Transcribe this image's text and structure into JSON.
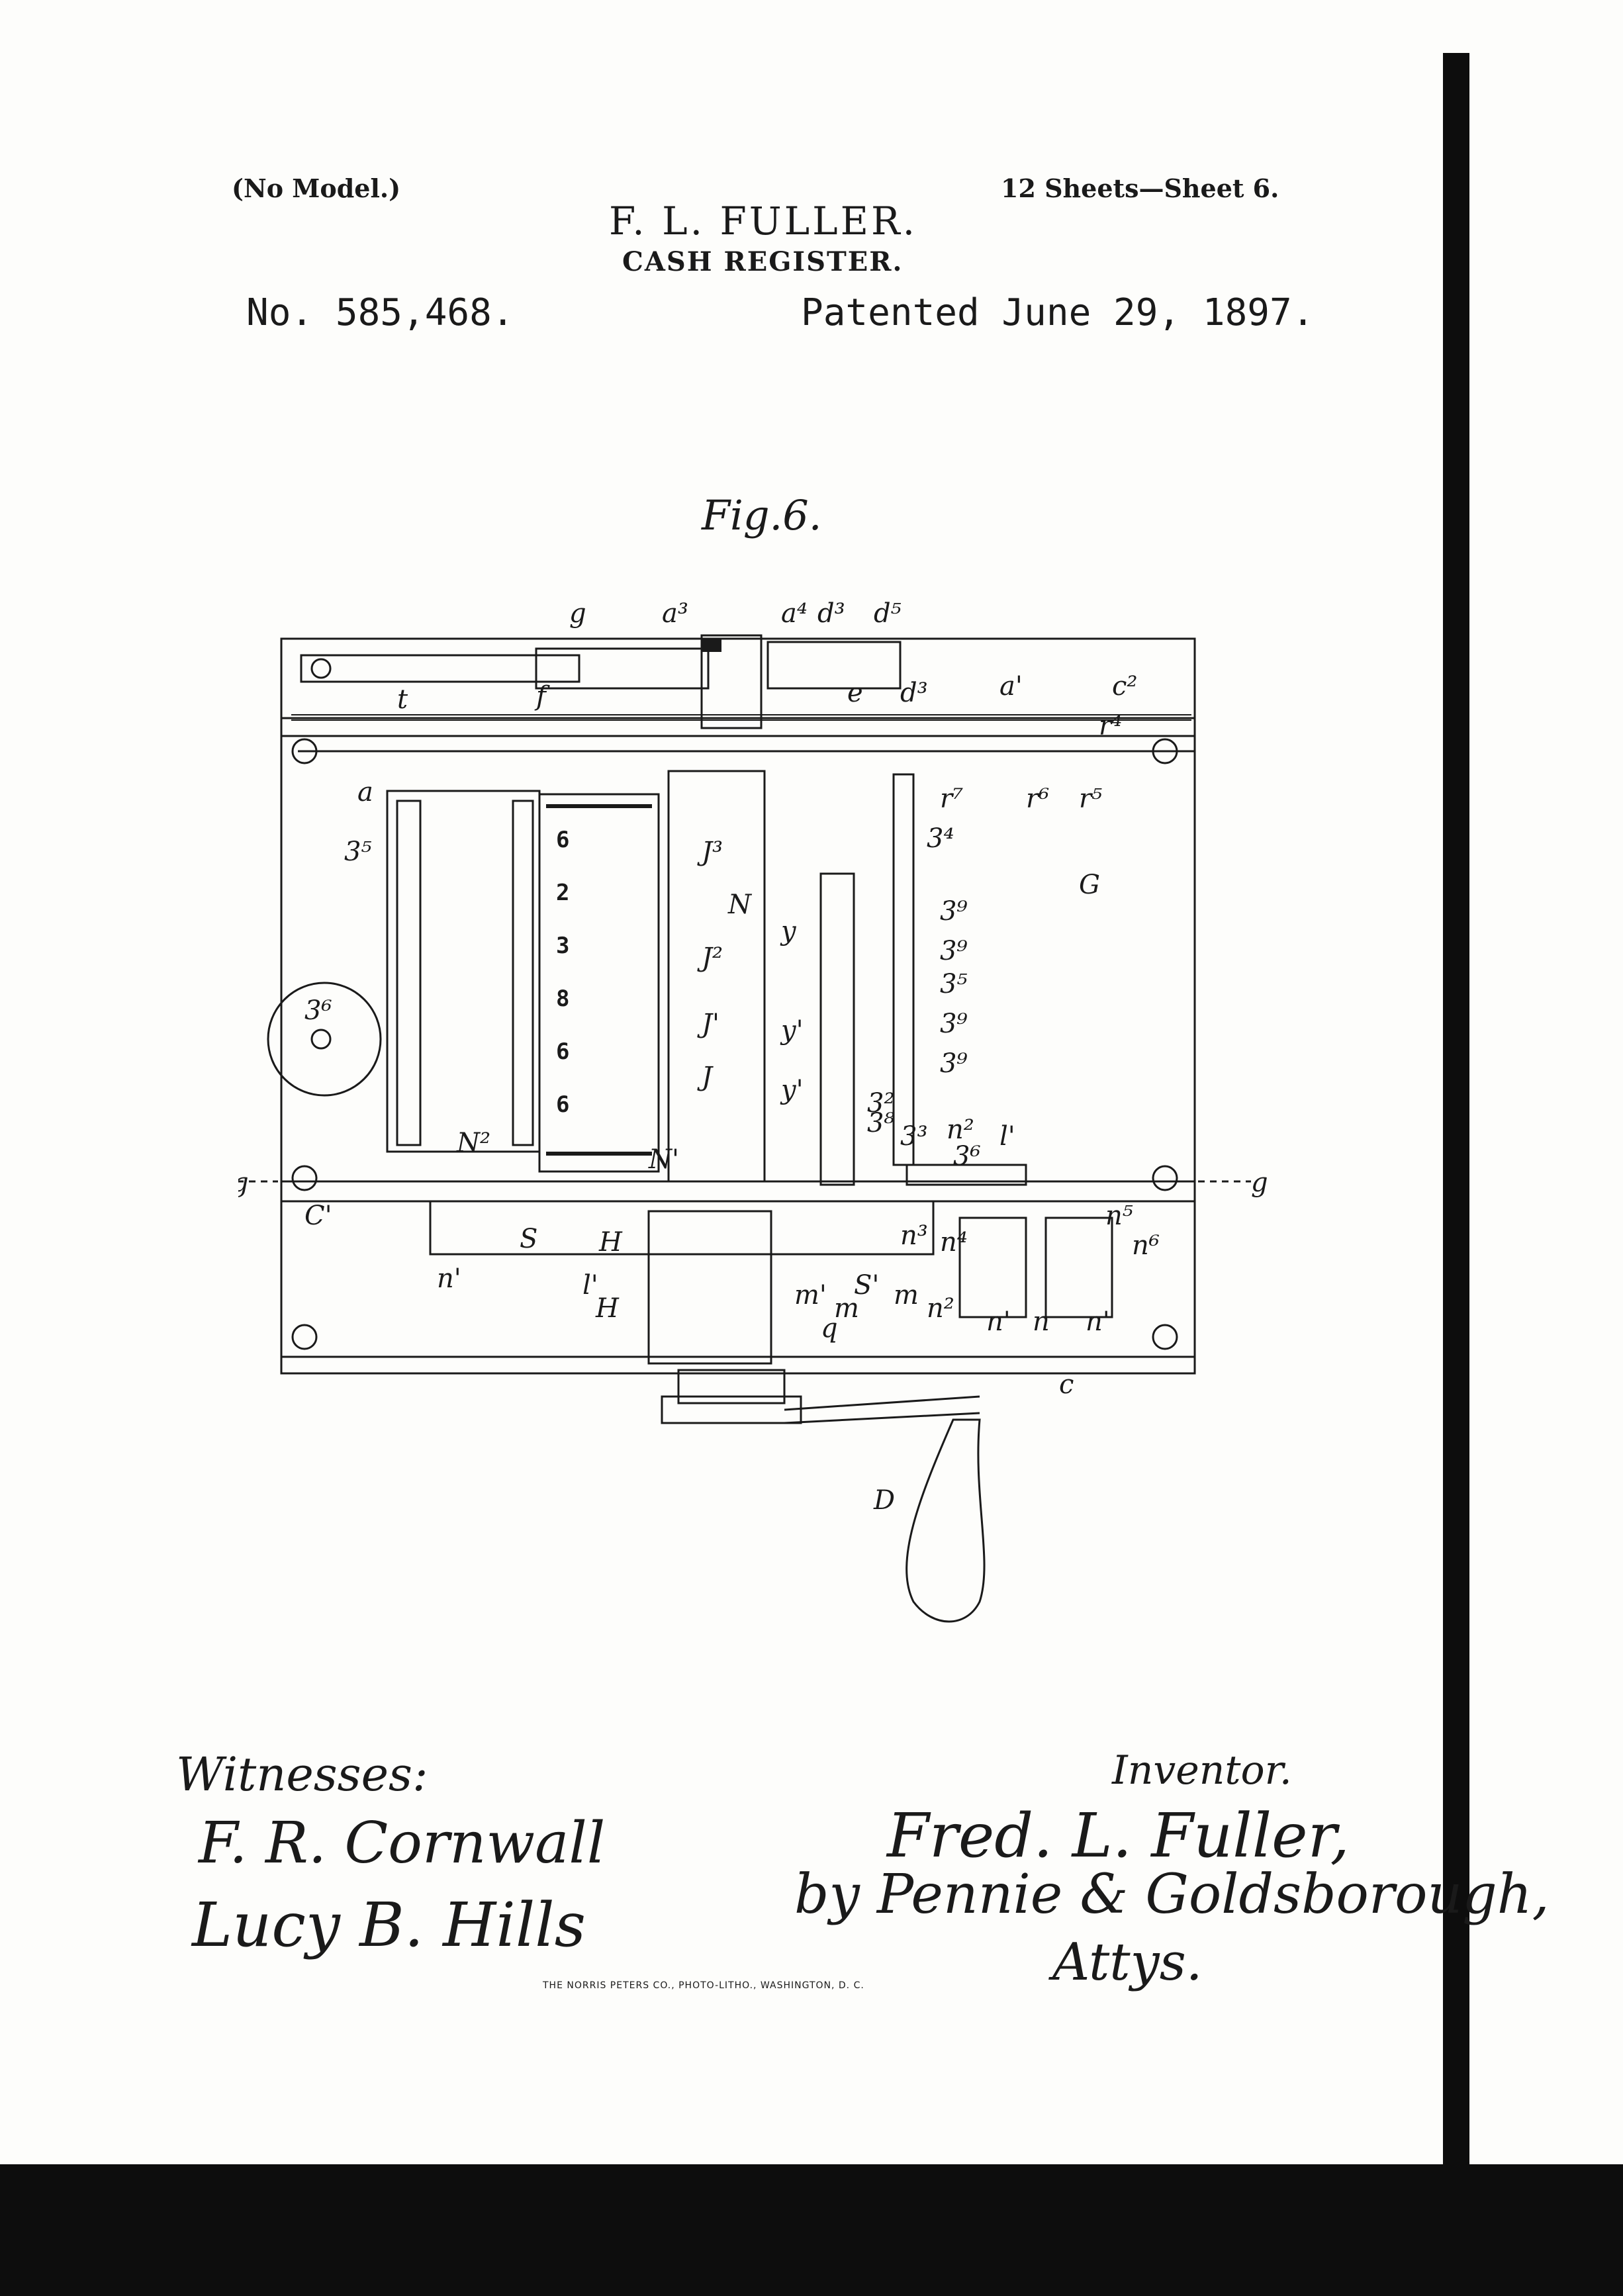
{
  "header": {
    "no_model": "(No Model.)",
    "sheets": "12 Sheets—Sheet 6.",
    "inventor_name": "F. L. FULLER.",
    "title": "CASH REGISTER.",
    "patent_number": "No. 585,468.",
    "patent_date": "Patented June 29, 1897."
  },
  "figure": {
    "label": "Fig.6.",
    "refs": {
      "g_top": "g",
      "a3": "a³",
      "a4": "a⁴",
      "d3": "d³",
      "d5": "d⁵",
      "t": "t",
      "f": "f",
      "e": "e",
      "d3b": "d³",
      "a1": "a'",
      "c2": "c²",
      "r4": "r⁴",
      "a": "a",
      "r7": "r⁷",
      "r6": "r⁶",
      "r5": "r⁵",
      "s5": "3⁵",
      "J3": "J³",
      "b4": "3⁴",
      "G": "G",
      "N": "N",
      "y": "y",
      "b9a": "3⁹",
      "J2": "J²",
      "b9b": "3⁹",
      "s6": "3⁶",
      "b5": "3⁵",
      "J1": "J'",
      "y1a": "y'",
      "b9c": "3⁹",
      "J": "J",
      "y1b": "y'",
      "b9d": "3⁹",
      "b2": "3²",
      "b8": "3⁸",
      "b3": "3³",
      "n2a": "n²",
      "l1": "l'",
      "b6": "3⁶",
      "N2": "N²",
      "N1": "N'",
      "g_left": "g",
      "g_right": "g",
      "c1": "C'",
      "n5": "n⁵",
      "n6": "n⁶",
      "S": "S",
      "H1": "H",
      "n3": "n³",
      "n4": "n⁴",
      "n1a": "n'",
      "l1b": "l'",
      "H2": "H",
      "m1": "m'",
      "s1": "S'",
      "m": "m",
      "n2b": "n²",
      "q": "q",
      "m2": "m",
      "n1b": "n'",
      "n": "n",
      "n1c": "n'",
      "c": "c",
      "D": "D"
    },
    "wheel_digits": [
      "6",
      "2",
      "3",
      "8",
      "6",
      "6"
    ]
  },
  "signatures": {
    "witnesses_label": "Witnesses:",
    "witness_1": "F. R. Cornwall",
    "witness_2": "Lucy B. Hills",
    "inventor_label": "Inventor.",
    "inventor": "Fred. L. Fuller,",
    "attorneys": "by Pennie & Goldsborough,",
    "attys": "Attys."
  },
  "footer": {
    "imprint": "THE NORRIS PETERS CO., PHOTO-LITHO., WASHINGTON, D. C."
  }
}
